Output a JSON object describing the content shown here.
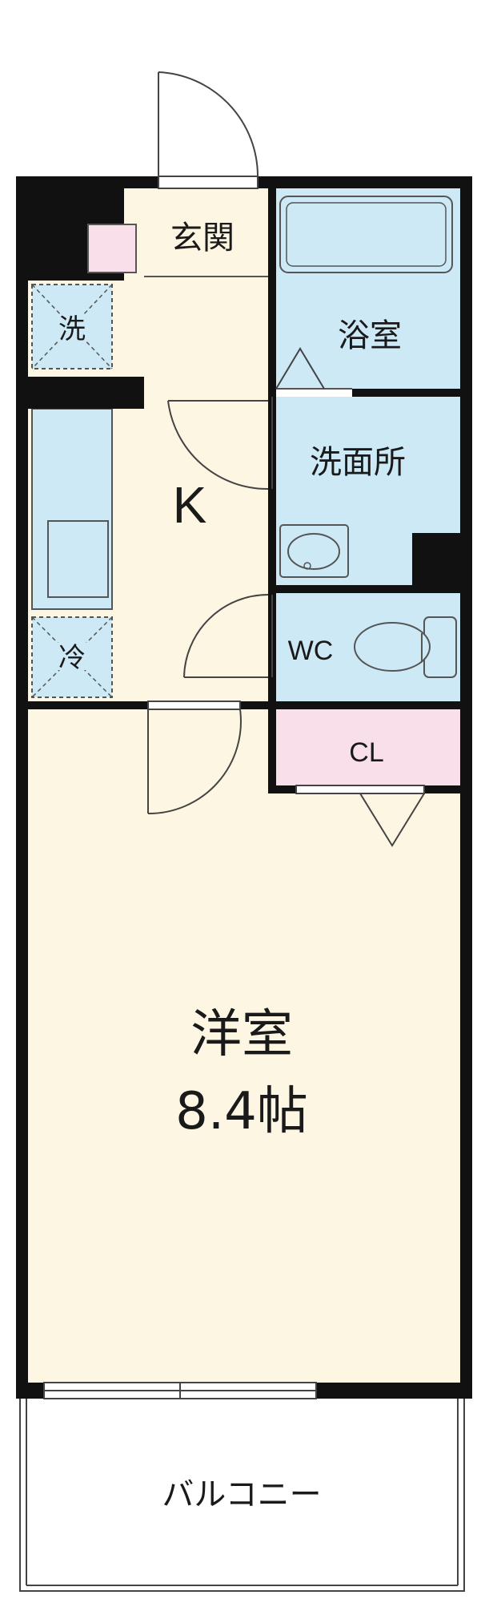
{
  "floor_plan": {
    "rooms": {
      "genkan": {
        "label": "玄関"
      },
      "kitchen": {
        "label": "K"
      },
      "bath": {
        "label": "浴室"
      },
      "washroom": {
        "label": "洗面所"
      },
      "wc": {
        "label": "WC"
      },
      "closet": {
        "label": "CL"
      },
      "western_room": {
        "label": "洋室",
        "size": "8.4帖"
      },
      "balcony": {
        "label": "バルコニー"
      }
    },
    "fixtures": {
      "washer_space": {
        "label": "洗"
      },
      "fridge_space": {
        "label": "冷"
      }
    }
  },
  "colors": {
    "wall": "#111111",
    "floor": "#fdf6e3",
    "wet_area": "#cde9f6",
    "closet": "#f9dfe9",
    "fixture_outline": "#555555",
    "door_line": "#444444"
  }
}
